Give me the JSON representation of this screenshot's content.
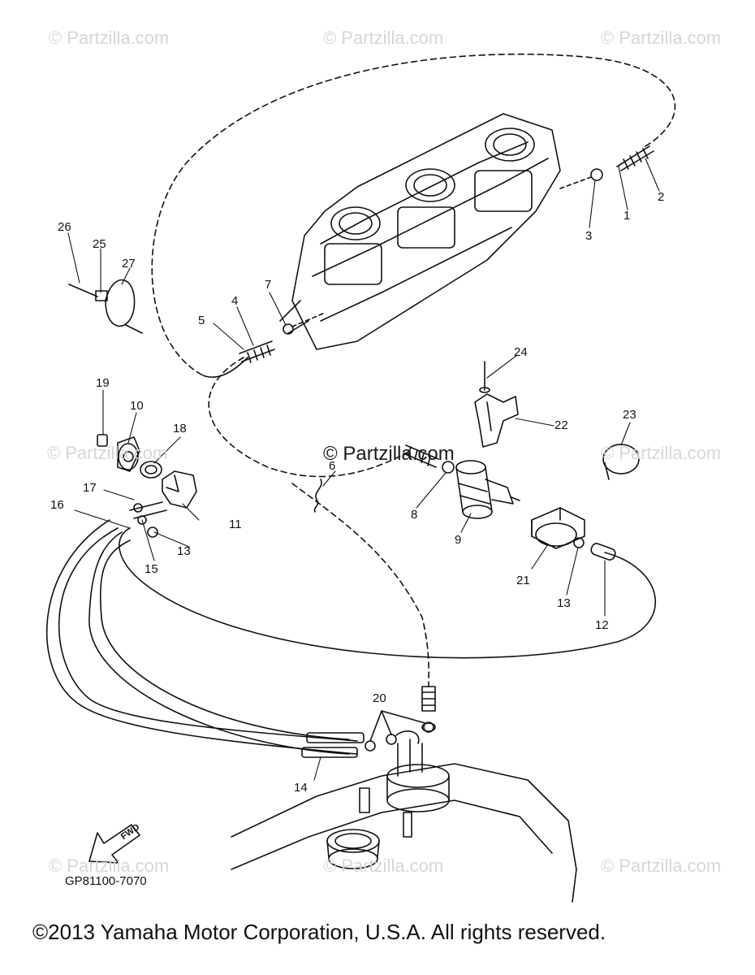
{
  "watermarks": {
    "text": "© Partzilla.com",
    "center_text": "© Partzilla.com"
  },
  "diagram_code": "GP81100-7070",
  "fwd_label": "FWD",
  "copyright": "©2013 Yamaha Motor Corporation, U.S.A. All rights reserved.",
  "callouts": {
    "c1": "1",
    "c2": "2",
    "c3": "3",
    "c4": "4",
    "c5": "5",
    "c6": "6",
    "c7": "7",
    "c8": "8",
    "c9": "9",
    "c10": "10",
    "c11": "11",
    "c12": "12",
    "c13a": "13",
    "c13b": "13",
    "c14": "14",
    "c15": "15",
    "c16": "16",
    "c17": "17",
    "c18": "18",
    "c19": "19",
    "c20": "20",
    "c21": "21",
    "c22": "22",
    "c23": "23",
    "c24": "24",
    "c25": "25",
    "c26": "26",
    "c27": "27"
  },
  "colors": {
    "ink": "#111111",
    "watermark": "#d6d6d6"
  }
}
